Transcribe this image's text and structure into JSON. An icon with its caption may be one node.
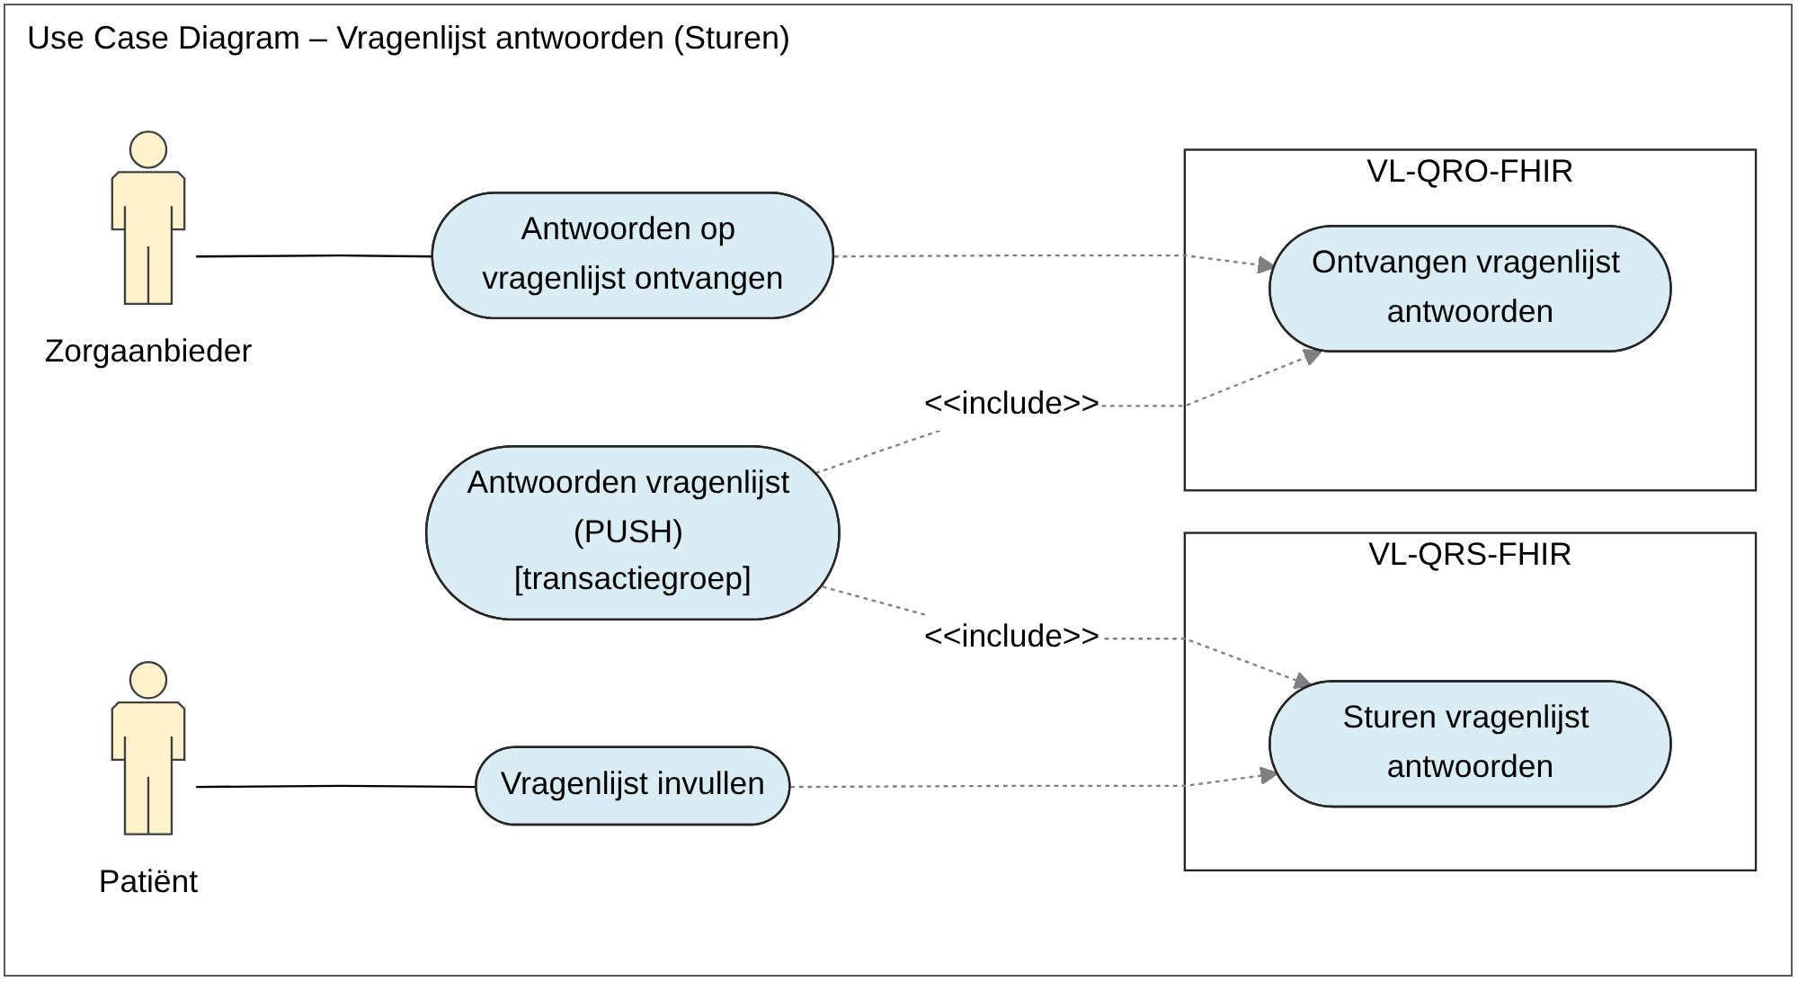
{
  "diagram": {
    "title": "Use Case Diagram – Vragenlijst antwoorden (Sturen)",
    "nodes": [
      {
        "text": [
          "Patiënt"
        ]
      },
      {
        "text": [
          "Vragenlijst invullen"
        ]
      },
      {
        "text": [
          "VL-QRS-FHIR"
        ]
      },
      {
        "text": [
          "Sturen vragenlijst antwoorden"
        ],
        "in": 2
      },
      {
        "text": [
          "Antwoorden vragenlijst (PUSH) [transactiegroep]"
        ]
      },
      {
        "text": [
          "VL-QRO-FHIR"
        ]
      },
      {
        "text": [
          "Ontvangen vragenlijst antwoorden"
        ],
        "in": 5
      },
      {
        "text": [
          "Zorgaanbieder"
        ]
      },
      {
        "text": [
          "Antwoorden op vragenlijst ontvangen"
        ]
      }
    ],
    "edges": [
      {
        "from": 0,
        "to": 1,
        "arrow": "none",
        "color": "#000000"
      },
      {
        "from": 1,
        "to": 3,
        "arrow": "to",
        "style": "dashed"
      },
      {
        "from": 4,
        "to": 3,
        "arrow": "to",
        "style": "dashed",
        "label": "<<include>>"
      },
      {
        "from": 4,
        "to": 6,
        "arrow": "to",
        "style": "dashed",
        "label": "<<include>>"
      },
      {
        "from": 7,
        "to": 8,
        "arrow": "none",
        "color": "#000000"
      },
      {
        "from": 8,
        "to": 6,
        "arrow": "to",
        "style": "dashed"
      }
    ]
  }
}
